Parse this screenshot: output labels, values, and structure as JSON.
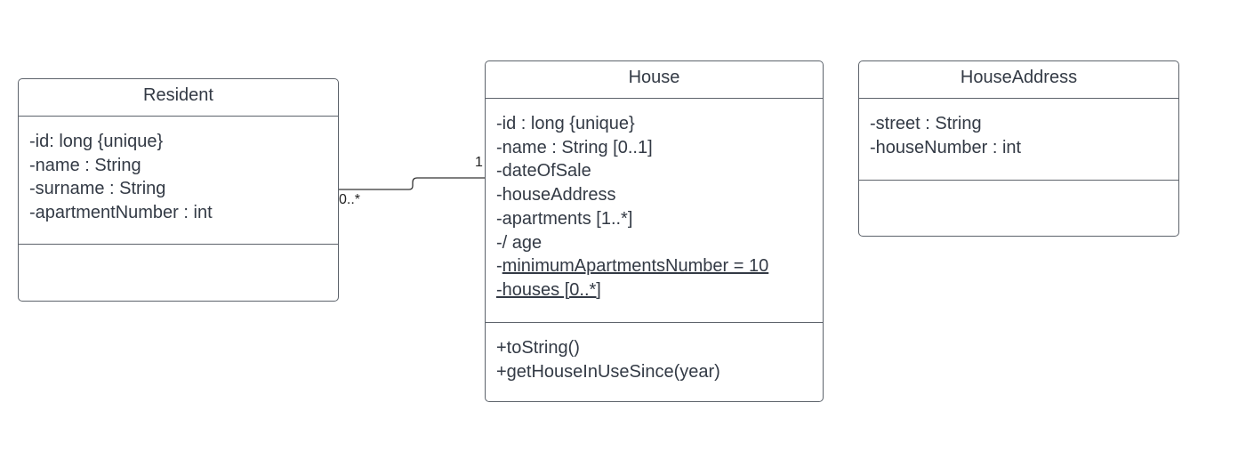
{
  "classes": {
    "resident": {
      "name": "Resident",
      "attributes": [
        "-id: long {unique}",
        "-name : String",
        "-surname : String",
        "-apartmentNumber : int"
      ],
      "operations": []
    },
    "house": {
      "name": "House",
      "attributes": [
        "-id : long {unique}",
        "-name : String [0..1]",
        "-dateOfSale",
        "-houseAddress",
        "-apartments [1..*]",
        "-/ age"
      ],
      "static_attribute": {
        "prefix": "-",
        "text": "minimumApartmentsNumber = 10"
      },
      "static_attribute_2": "-houses [0..*]",
      "operations": [
        "+toString()",
        "+getHouseInUseSince(year)"
      ]
    },
    "houseaddress": {
      "name": "HouseAddress",
      "attributes": [
        "-street : String",
        "-houseNumber : int"
      ],
      "operations": []
    }
  },
  "association": {
    "resident_multiplicity": "0..*",
    "house_multiplicity": "1"
  },
  "colors": {
    "border": "#5d636b",
    "text": "#333a45",
    "line": "#333333"
  }
}
